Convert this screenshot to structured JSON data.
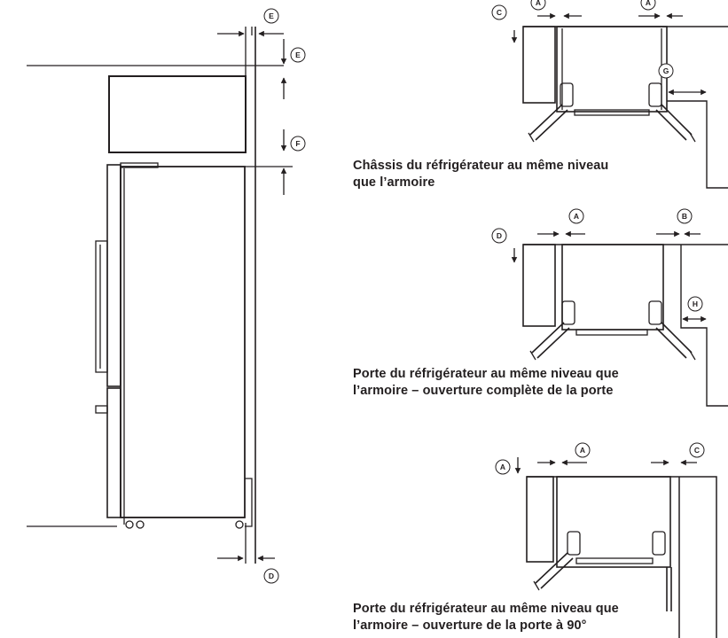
{
  "captions": {
    "flush_cabinet": {
      "line1": "Châssis du réfrigérateur au même niveau",
      "line2": "que l’armoire"
    },
    "full_open": {
      "line1": "Porte du réfrigérateur au même niveau que",
      "line2": "l’armoire – ouverture complète de la porte"
    },
    "open_90": {
      "line1": "Porte du réfrigérateur au même niveau que",
      "line2": "l’armoire – ouverture de la porte à 90°"
    }
  },
  "side_view": {
    "labels": {
      "top_gap": "E",
      "rear_gap": "E",
      "cabinet_gap": "F",
      "bottom_gap": "D"
    }
  },
  "plan_1": {
    "labels": {
      "side": "C",
      "left": "A",
      "right": "A",
      "wall": "G"
    }
  },
  "plan_2": {
    "labels": {
      "side": "D",
      "left": "A",
      "right": "B",
      "wall": "H"
    }
  },
  "plan_3": {
    "labels": {
      "side": "A",
      "left": "A",
      "right": "C"
    }
  },
  "colors": {
    "line": "#231f20",
    "background": "#ffffff"
  }
}
